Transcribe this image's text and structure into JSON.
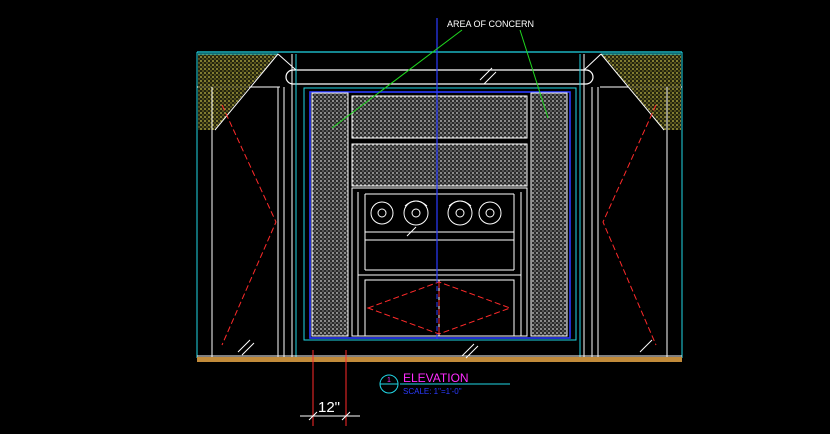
{
  "drawing": {
    "annotation": "AREA OF CONCERN",
    "dimension_label": "12\"",
    "title_block": {
      "detail_number": "1",
      "title": "ELEVATION",
      "scale": "SCALE: 1\"=1'-0\""
    },
    "colors": {
      "background": "#000000",
      "outline": "#ffffff",
      "cyan": "#21d7e6",
      "blue": "#2b3bff",
      "green": "#1fd81f",
      "red": "#ff2a2a",
      "yellow": "#e7dd58",
      "magenta": "#ff2cff",
      "brown": "#c28b3a",
      "hatch": "#bdbdbd"
    }
  }
}
